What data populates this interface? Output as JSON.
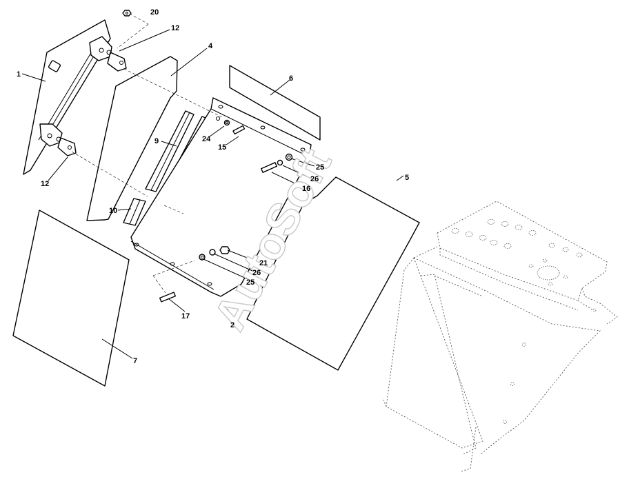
{
  "watermark": "AutoSoft",
  "callouts": {
    "c1": "1",
    "c2": "2",
    "c4": "4",
    "c5": "5",
    "c6": "6",
    "c7": "7",
    "c9": "9",
    "c10": "10",
    "c12a": "12",
    "c12b": "12",
    "c15": "15",
    "c16": "16",
    "c17": "17",
    "c20": "20",
    "c21": "21",
    "c24": "24",
    "c25a": "25",
    "c25b": "25",
    "c26a": "26",
    "c26b": "26"
  }
}
